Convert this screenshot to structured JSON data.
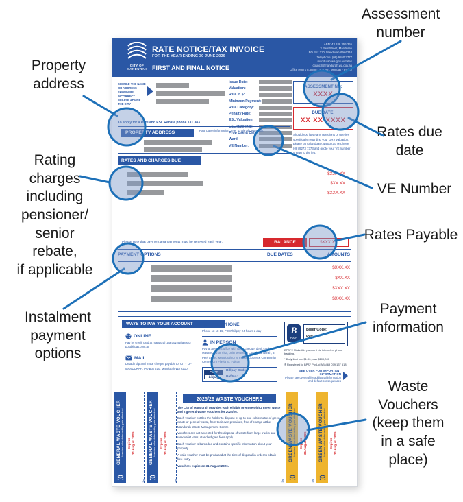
{
  "colors": {
    "accent_blue": "#2a57a5",
    "navy": "#1d3f7e",
    "alert_red": "#d7292e",
    "redaction_gray": "#97999c",
    "voucher_yellow": "#eeb42e",
    "callout_blue": "#1d70b8",
    "circle_fill": "rgba(125,152,201,0.45)"
  },
  "callouts": {
    "assessment_number": "Assessment\nnumber",
    "property_address": "Property\naddress",
    "rates_due_date": "Rates due\ndate",
    "rating_charges": "Rating\ncharges\nincluding\npensioner/\nsenior\nrebate,\nif applicable",
    "ve_number": "VE Number",
    "rates_payable": "Rates Payable",
    "instalment": "Instalment\npayment\noptions",
    "payment_information": "Payment\ninformation",
    "waste_vouchers": "Waste\nVouchers\n(keep them\nin a safe\nplace)"
  },
  "doc": {
    "header": {
      "logo_text": "CITY OF\nMANDURAH",
      "title": "RATE NOTICE/TAX INVOICE",
      "subtitle": "FOR THE YEAR ENDING 30 JUNE 2026",
      "notice": "FIRST AND FINAL NOTICE",
      "contact_lines": [
        "ABN: 43 188 356 365",
        "3 Paul Street, Mandurah",
        "PO Box 210, Mandurah WA 6210",
        "Telephone: (08) 9550 3777",
        "mandurah.wa.gov.au/rates",
        "council@mandurah.wa.gov.au",
        "Office Hours 8.30am - 4.30pm, Monday - Friday"
      ]
    },
    "advisory": "SHOULD THE NAME OR ADDRESS SHOWN BE INCORRECT PLEASE ADVISE THE CITY",
    "fields": [
      "Issue Date:",
      "Valuation:",
      "Rate in $:",
      "Minimum Payment:",
      "Rate Category:",
      "Penalty Rate:",
      "ESL Valuation:",
      "ESL Rate in $:",
      "Prop Use & Cat:",
      "Ward:",
      "VE Number:"
    ],
    "assessment_box": {
      "label": "ASSESSMENT NO:",
      "value": "XXXX"
    },
    "due_date_box": {
      "label": "DUE DATE:",
      "value": "XX XX XXXX"
    },
    "valuation_note": "Should you have any questions or queries specifically regarding your GRV valuation, please go to landgate.wa.gov.au or phone (08) 9273 7373 and quote your VE number shown to the left.",
    "rebate_line": "To apply for a Rate and ESL Rebate phone 131 383",
    "property_address": {
      "header": "PROPERTY ADDRESS",
      "note": "Rate payer information, refer to title of ownership."
    },
    "rates_charges": {
      "header": "RATES AND CHARGES DUE",
      "amounts": [
        "$XXX.XX",
        "$XX.XX",
        "$XXX.XX"
      ]
    },
    "balance": {
      "note": "Please note that payment arrangements must be renewed each year.",
      "label": "BALANCE",
      "amount": "$XXX.XX"
    },
    "payment_options": {
      "header": "PAYMENT OPTIONS",
      "due_dates_label": "DUE DATES",
      "amounts_label": "AMOUNTS",
      "amounts": [
        "$XXX.XX",
        "$XX.XX",
        "$XXX.XX",
        "$XXX.XX"
      ]
    },
    "ways_to_pay": {
      "header": "WAYS TO PAY YOUR ACCOUNT",
      "online": {
        "label": "ONLINE",
        "text": "Pay by credit card at mandurah.wa.gov.au/rates or postbillpay.com.au"
      },
      "mail": {
        "label": "MAIL",
        "text": "Detach slip and make cheque payable to: CITY OF MANDURAH, PO Box 210, Mandurah WA 6210"
      },
      "telephone": {
        "label": "TELEPHONE",
        "text": "Phone 13 18 16, POSTbillpay 24 hours a day"
      },
      "in_person": {
        "label": "IN PERSON",
        "text": "Pay at any post office with cash, cheque, debit card, MasterCard or Visa, or in person at City of Mandurah, 3 Peel Street, Mandurah or at Falcon Library & Community Centre, Cnr Flavia St, Falcon"
      },
      "postbillpay": {
        "post": "POST",
        "billpay": "billpay",
        "code_label": "Billpay Code:",
        "ref_label": "Ref No:"
      },
      "bpay": {
        "b": "B",
        "pay": "PAY",
        "code_label": "Biller Code:",
        "ref_label": "Ref:",
        "note1": "BPAY® Make this payment via internet or phone banking.",
        "note2": "* Daily limit min $1.00, max $100,000",
        "note3": "® Registered to BPAY Pty Ltd ABN 69 079 137 518"
      },
      "see_over": {
        "title": "SEE OVER FOR IMPORTANT INFORMATION",
        "text": "Please see overleaf for additional information and default consequences"
      }
    },
    "vouchers": {
      "header": "2025/26 WASTE VOUCHERS",
      "paragraphs": [
        "The City of Mandurah provides each eligible premise with 2 green waste and 2 general waste vouchers for 2025/26.",
        "Each voucher entitles the holder to dispose of up to one cubic metre of green waste or general waste, from their own premises, free of charge at the Mandurah Waste Management Centre.",
        "Vouchers are not accepted for the disposal of waste from large trucks and removalist vans, standard gate fees apply.",
        "Each voucher is barcoded and contains specific information about your property.",
        "A valid voucher must be produced at the time of disposal in order to obtain free entry.",
        "Vouchers expire on 31 August 2026."
      ],
      "general_label": "GENERAL WASTE VOUCHER",
      "green_label": "GREEN WASTE VOUCHER",
      "detach_note": "Voucher to be detached by gate attendant",
      "expires_label": "Expires",
      "expires_date": "31 August 2026"
    }
  }
}
